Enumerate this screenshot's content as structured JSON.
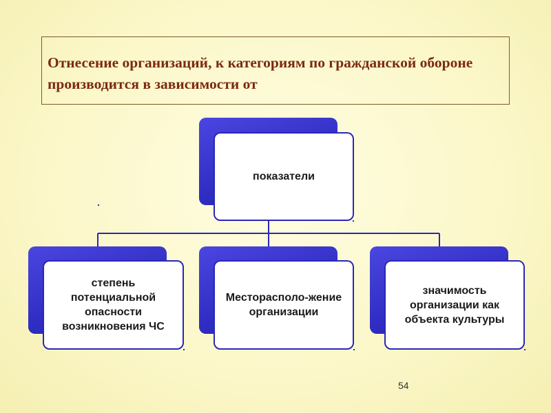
{
  "title": "Отнесение организаций, к категориям по гражданской обороне производится в зависимости от",
  "root": {
    "label": "показатели"
  },
  "children": [
    {
      "label": "степень потенциальной опасности возникновения ЧС"
    },
    {
      "label": "Месторасполо-жение организации"
    },
    {
      "label": "значимость организации как объекта культуры"
    }
  ],
  "page_number": "54",
  "colors": {
    "title": "#7b2a10",
    "box_fill": "#2f2cc2",
    "box_border": "#2a27b8",
    "connector": "#2a27b8",
    "background": "#fbf7c8"
  }
}
